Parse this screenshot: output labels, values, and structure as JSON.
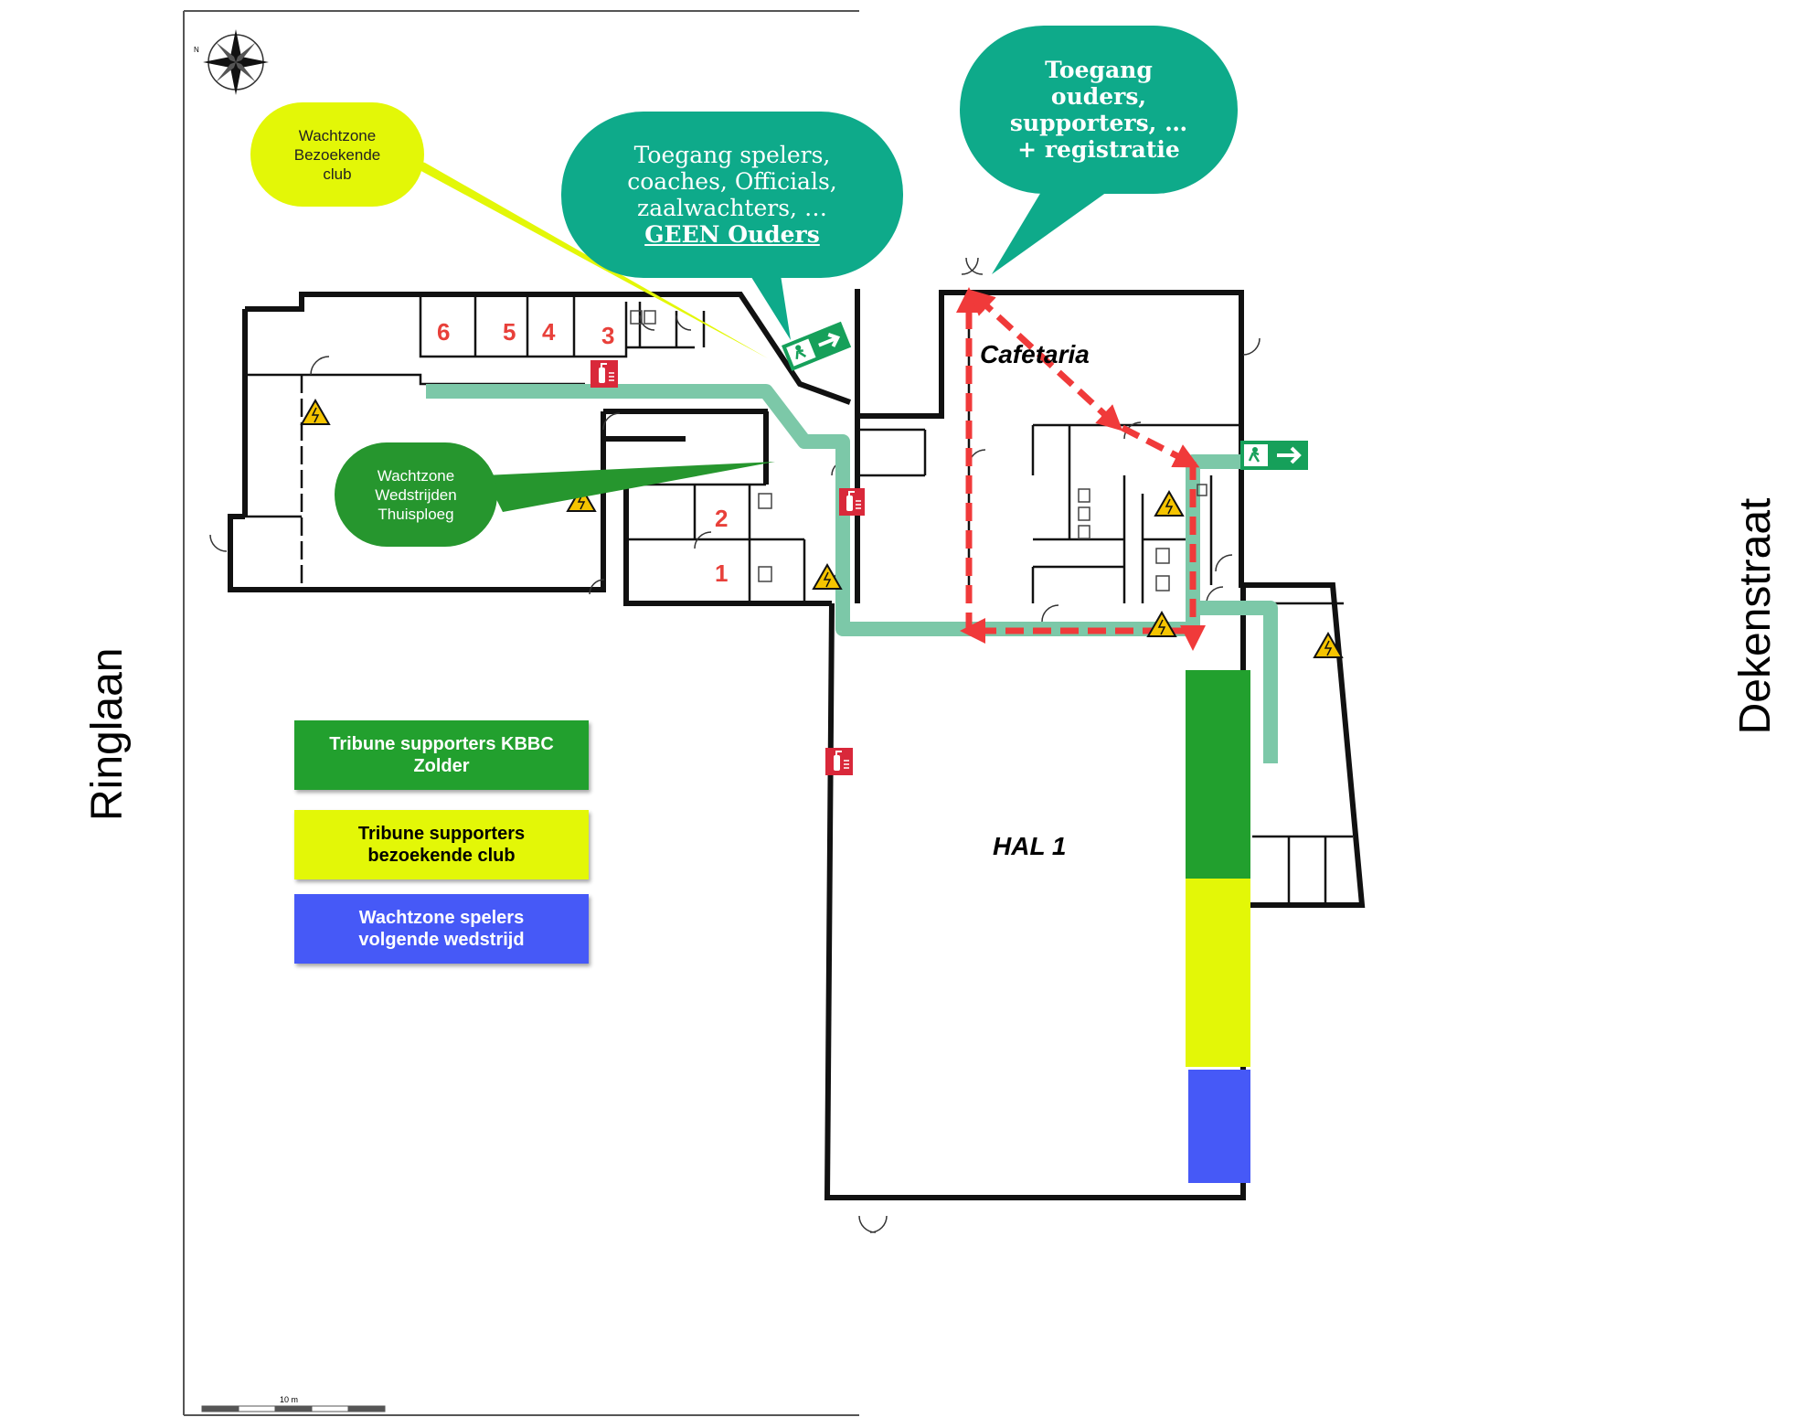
{
  "streets": {
    "west": "Ringlaan",
    "east": "Dekenstraat"
  },
  "rooms": {
    "cafetaria": "Cafetaria",
    "hal": "HAL 1",
    "numbers": [
      "6",
      "5",
      "4",
      "3",
      "2",
      "1"
    ]
  },
  "callouts": {
    "wachtzone_bezoekende": [
      "Wachtzone",
      "Bezoekende",
      "club"
    ],
    "toegang_spelers": [
      "Toegang spelers,",
      "coaches, Officials,",
      "zaalwachters, …",
      "GEEN Ouders"
    ],
    "toegang_ouders": [
      "Toegang",
      "ouders,",
      "supporters, …",
      "+ registratie"
    ],
    "wachtzone_thuisploeg": [
      "Wachtzone",
      "Wedstrijden",
      "Thuisploeg"
    ]
  },
  "legend": [
    {
      "lines": [
        "Tribune supporters KBBC",
        "Zolder"
      ],
      "color": "#22a02e",
      "text_color": "#ffffff"
    },
    {
      "lines": [
        "Tribune supporters",
        "bezoekende club"
      ],
      "color": "#e3f707",
      "text_color": "#000000"
    },
    {
      "lines": [
        "Wachtzone spelers",
        "volgende wedstrijd"
      ],
      "color": "#4659f7",
      "text_color": "#ffffff"
    }
  ],
  "scale_bar": {
    "label": "10 m"
  },
  "compass": {
    "label": "N"
  },
  "colors": {
    "route_green": "#7cc8a8",
    "callout_teal": "#0eaa8a",
    "callout_green": "#26962e",
    "callout_yellow": "#e3f707",
    "parent_route_red": "#f03a3a",
    "exit_sign": "#16a05a",
    "extinguisher_sign": "#d9283a",
    "hazard_sign": "#f5c400"
  },
  "icons": [
    "compass-icon",
    "exit-sign-icon",
    "fire-extinguisher-icon",
    "electrical-hazard-icon",
    "door-icon"
  ]
}
